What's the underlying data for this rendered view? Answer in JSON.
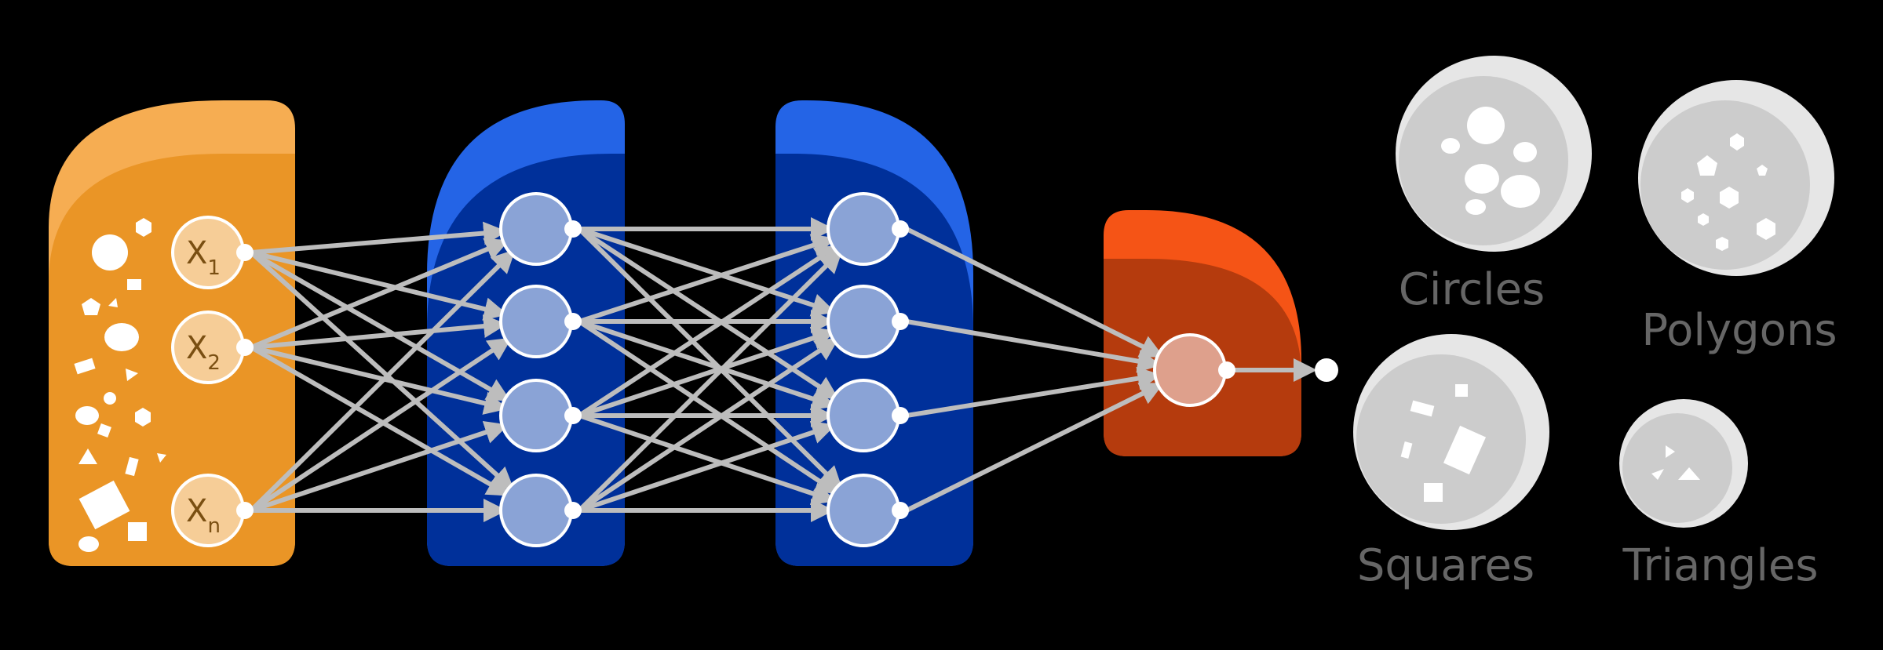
{
  "diagram": {
    "colors": {
      "background": "#000000",
      "input_light": "#f6ad52",
      "input_dark": "#ea9526",
      "hidden_light": "#2464e6",
      "hidden_dark": "#00309a",
      "output_light": "#f55416",
      "output_dark": "#b53b0d",
      "node_input": "#f6cd97",
      "node_hidden": "#8aa3d6",
      "node_output": "#dea08c",
      "edge": "#bdbdbd",
      "class_outer": "#e6e6e6",
      "class_inner": "#cccccc",
      "label": "#666666"
    },
    "input_nodes": [
      {
        "letter": "X",
        "sub": "1"
      },
      {
        "letter": "X",
        "sub": "2"
      },
      {
        "letter": "X",
        "sub": "n"
      }
    ],
    "hidden_layers": [
      4,
      4
    ],
    "output_nodes": 1,
    "classes": [
      {
        "label": "Circles",
        "icon": "circles-icon"
      },
      {
        "label": "Polygons",
        "icon": "polygons-icon"
      },
      {
        "label": "Squares",
        "icon": "squares-icon"
      },
      {
        "label": "Triangles",
        "icon": "triangles-icon"
      }
    ]
  }
}
